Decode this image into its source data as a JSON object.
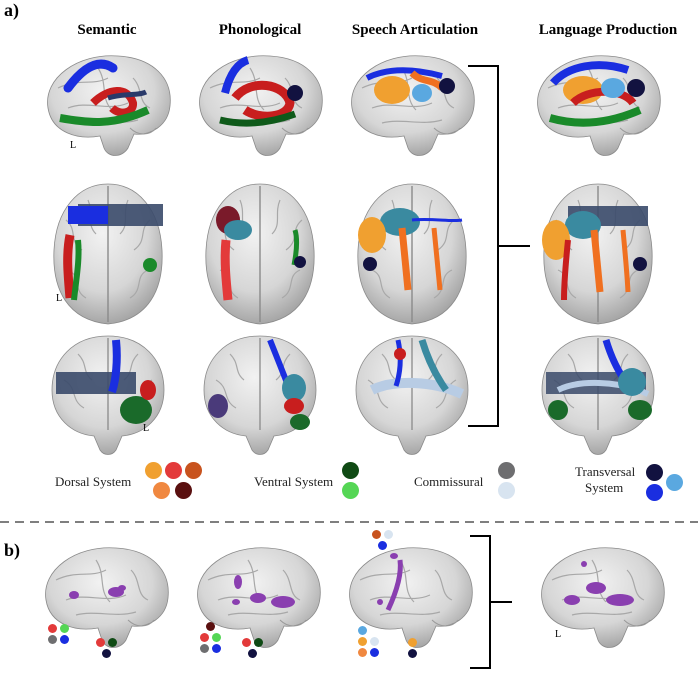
{
  "panel_a_label": "a)",
  "panel_b_label": "b)",
  "columns": [
    "Semantic",
    "Phonological",
    "Speech Articulation",
    "Language Production"
  ],
  "hemisphere_marker": "L",
  "legend": {
    "dorsal": "Dorsal System",
    "ventral": "Ventral System",
    "commissural": "Commissural",
    "transversal_line1": "Transversal",
    "transversal_line2": "System"
  },
  "colors": {
    "dorsal": [
      "#f0a030",
      "#e33a3a",
      "#c8531e",
      "#f08840",
      "#5a1010"
    ],
    "ventral": [
      "#0f4a14",
      "#55d655"
    ],
    "commissural": [
      "#6e6e70",
      "#d8e4f0"
    ],
    "transversal": [
      "#121240",
      "#1a2ee0",
      "#5aa8e0"
    ],
    "blob": "#8a3fb0"
  }
}
